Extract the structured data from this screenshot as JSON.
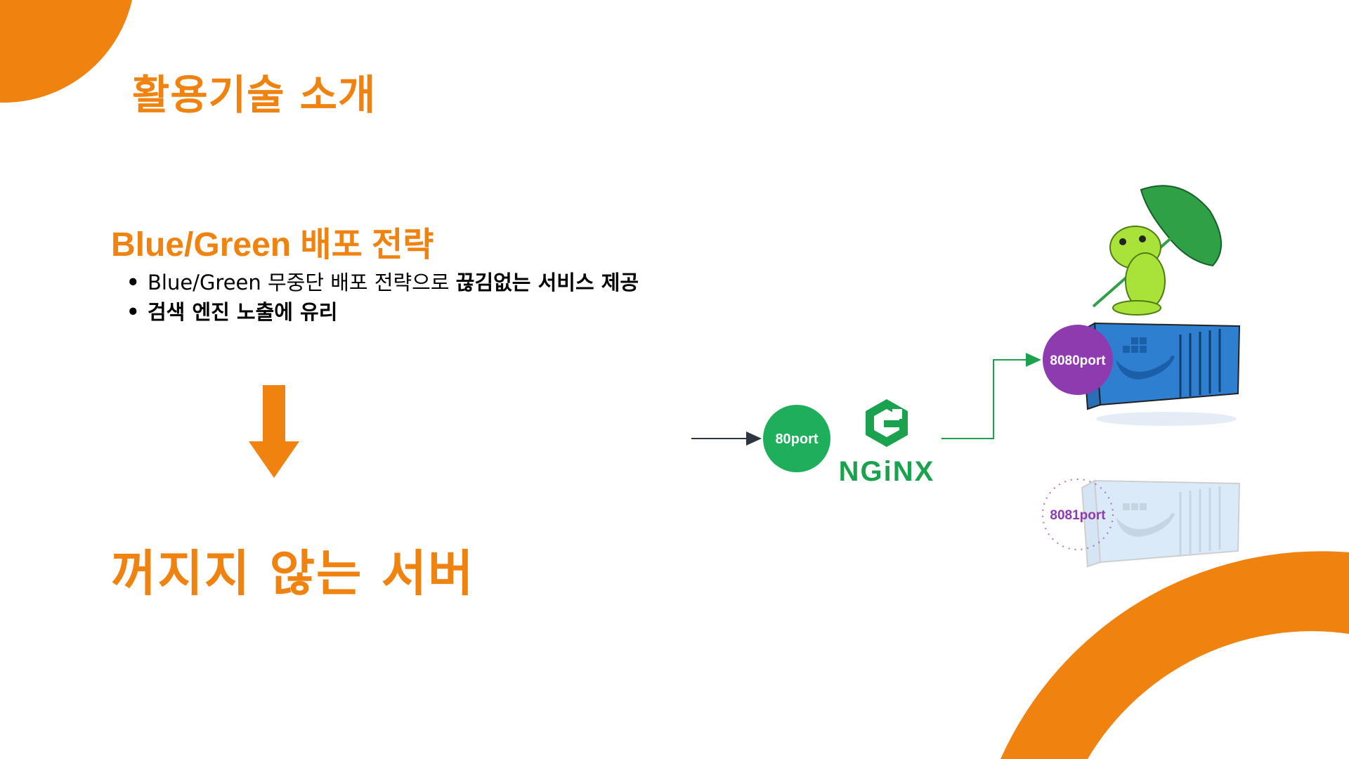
{
  "slide": {
    "title": "활용기술 소개",
    "section_heading": "Blue/Green 배포 전략",
    "bullets": [
      {
        "normal": "Blue/Green 무중단 배포 전략으로 ",
        "bold": "끊김없는 서비스 제공"
      },
      {
        "normal": "",
        "bold": "검색 엔진 노출에 유리"
      }
    ],
    "headline": "꺼지지 않는 서버"
  },
  "diagram": {
    "entry_port_label": "80port",
    "nginx_label": "NGiNX",
    "active_port_label": "8080port",
    "standby_port_label": "8081port"
  },
  "colors": {
    "accent": "#F0820F",
    "nginx_green": "#1BA24F",
    "port_green": "#1FAF5C",
    "active_purple": "#8E3BB0",
    "container_blue": "#2F7FD1"
  },
  "icons": {
    "bullet": "•",
    "arrow": "arrow-down-icon",
    "nginx_logo": "nginx-g-icon",
    "docker_logo": "docker-whale-icon",
    "frog": "frog-with-leaf-icon"
  }
}
